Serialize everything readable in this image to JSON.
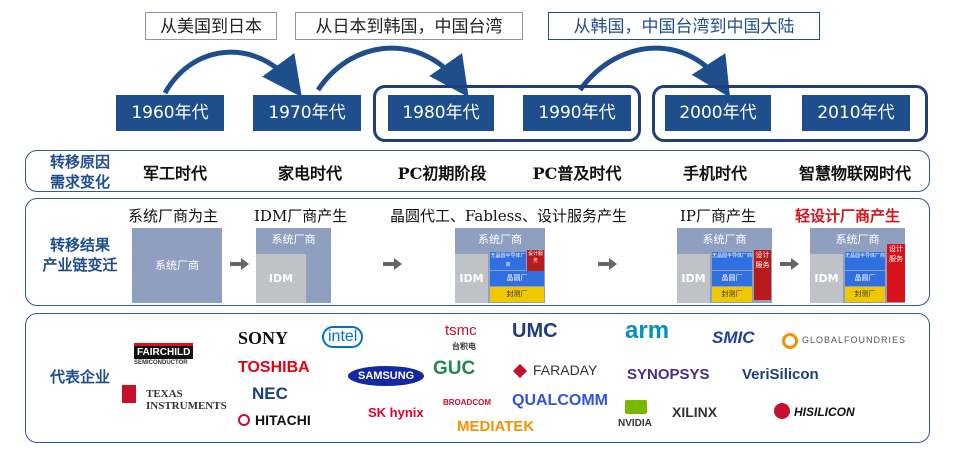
{
  "captions": [
    "从美国到日本",
    "从日本到韩国，中国台湾",
    "从韩国，中国台湾到中国大陆"
  ],
  "decades": [
    "1960年代",
    "1970年代",
    "1980年代",
    "1990年代",
    "2000年代",
    "2010年代"
  ],
  "row1": {
    "label_line1": "转移原因",
    "label_line2": "需求变化",
    "eras": [
      "军工时代",
      "家电时代",
      "PC初期阶段",
      "PC普及时代",
      "手机时代",
      "智慧物联网时代"
    ]
  },
  "row2": {
    "label_line1": "转移结果",
    "label_line2": "产业链变迁",
    "stages": [
      "系统厂商为主",
      "IDM厂商产生",
      "晶圆代工、Fabless、设计服务产生",
      "IP厂商产生",
      "轻设计厂商产生"
    ],
    "box_system": "系统厂商",
    "box_idm": "IDM",
    "box_fabless": "无晶圆半导体厂商",
    "box_design": "设计服务",
    "box_foundry": "晶圆厂",
    "box_packaging": "封测厂",
    "highlight_color": "#d8141a"
  },
  "row3": {
    "label": "代表企业",
    "logos": [
      "FAIRCHILD",
      "SEMICONDUCTOR",
      "TEXAS",
      "INSTRUMENTS",
      "SONY",
      "intel",
      "TOSHIBA",
      "NEC",
      "HITACHI",
      "SAMSUNG",
      "tsmc",
      "台积电",
      "GUC",
      "BROADCOM",
      "SK hynix",
      "UMC",
      "FARADAY",
      "QUALCOMM",
      "MEDIATEK",
      "arm",
      "SYNOPSYS",
      "NVIDIA",
      "SMIC",
      "VeriSilicon",
      "XILINX",
      "GLOBALFOUNDRIES",
      "HISILICON"
    ]
  }
}
